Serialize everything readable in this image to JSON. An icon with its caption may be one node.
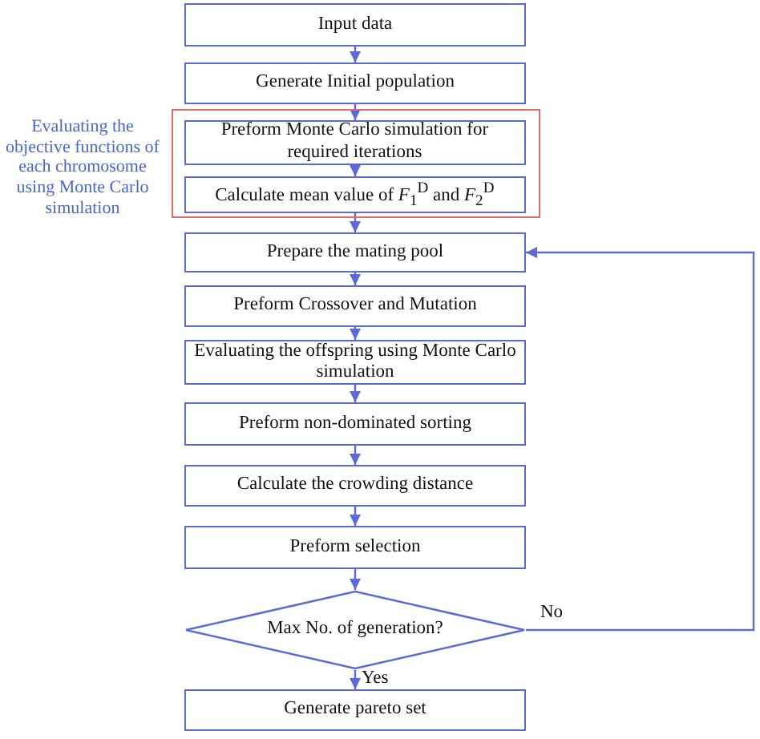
{
  "diagram": {
    "nodes": [
      {
        "text": [
          "Input data"
        ]
      },
      {
        "text": [
          "Generate Initial population"
        ]
      },
      {
        "text": [],
        "shape": "box",
        "beside": [
          "Evaluating the objective functions of each chromosome using Monte Carlo simulation"
        ]
      },
      {
        "text": [
          "Preform Monte Carlo simulation for required iterations"
        ],
        "in": 2
      },
      {
        "text": [
          "Calculate mean value of *F*$_{1}$$^{D}$ and *F*$_{2}$$^{D}$"
        ],
        "in": 2
      },
      {
        "text": [
          "Prepare the mating pool"
        ]
      },
      {
        "text": [
          "Preform Crossover and Mutation"
        ]
      },
      {
        "text": [
          "Evaluating the offspring using Monte Carlo simulation"
        ]
      },
      {
        "text": [
          "Preform non-dominated sorting"
        ]
      },
      {
        "text": [
          "Calculate the crowding distance"
        ]
      },
      {
        "text": [
          "Preform selection"
        ]
      },
      {
        "text": [
          "Max No. of generation?"
        ]
      },
      {
        "text": [
          "Generate pareto set"
        ]
      }
    ],
    "edges": [
      {
        "from": 0,
        "to": 1,
        "arrow": "to"
      },
      {
        "from": 1,
        "to": 3,
        "arrow": "to"
      },
      {
        "from": 3,
        "to": 4,
        "arrow": "to"
      },
      {
        "from": 4,
        "to": 5,
        "arrow": "to"
      },
      {
        "from": 5,
        "to": 6,
        "arrow": "to"
      },
      {
        "from": 6,
        "to": 7,
        "arrow": "to"
      },
      {
        "from": 7,
        "to": 8,
        "arrow": "to"
      },
      {
        "from": 8,
        "to": 9,
        "arrow": "to"
      },
      {
        "from": 9,
        "to": 10,
        "arrow": "to"
      },
      {
        "from": 10,
        "to": 11,
        "arrow": "to"
      },
      {
        "from": 11,
        "to": 12,
        "label": "Yes",
        "arrow": "to"
      },
      {
        "from": 11,
        "to": 5,
        "label": "No",
        "arrow": "to"
      }
    ]
  }
}
